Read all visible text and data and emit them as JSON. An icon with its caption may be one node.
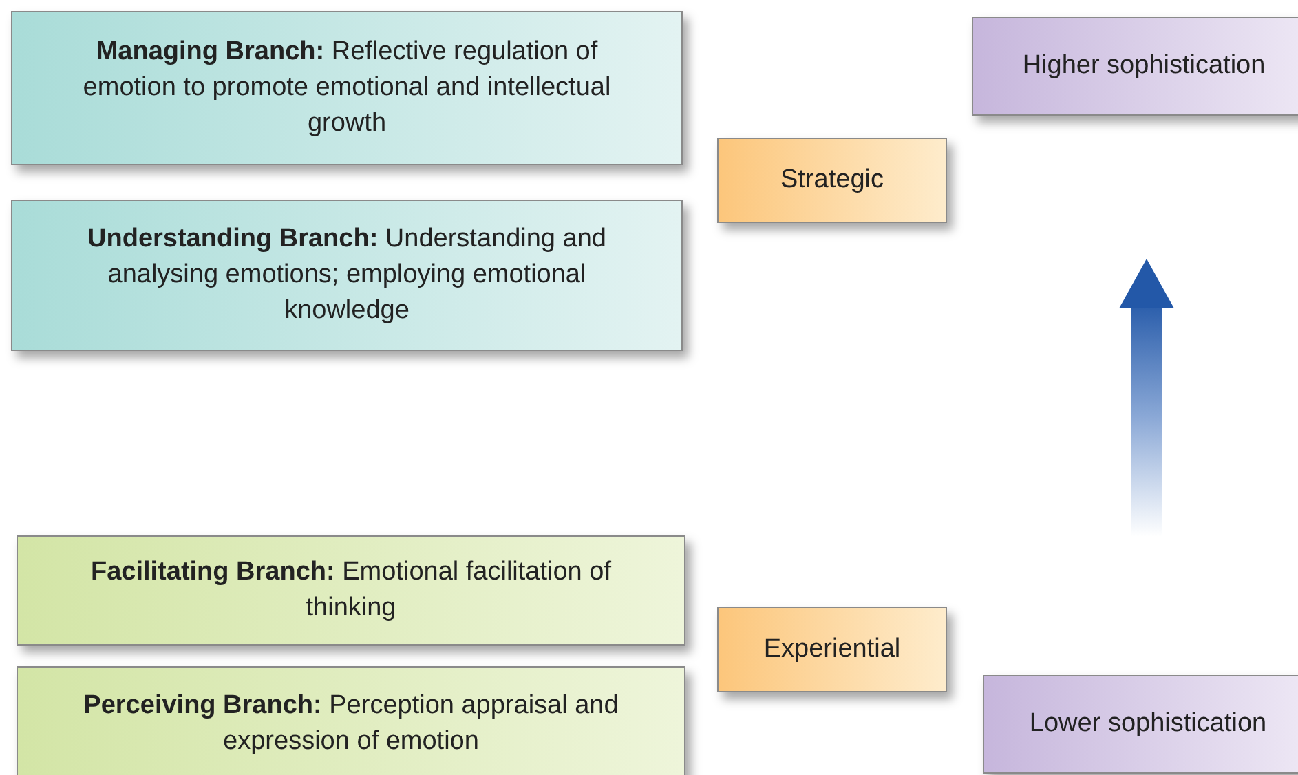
{
  "diagram": {
    "nodes": [
      {
        "text": [
          "**Managing Branch:** Reflective regulation of emotion to promote emotional and intellectual growth"
        ]
      },
      {
        "text": [
          "**Understanding Branch:** Understanding and analysing emotions; employing emotional knowledge"
        ]
      },
      {
        "text": [
          "Strategic"
        ]
      },
      {
        "text": [
          "**Facilitating Branch:** Emotional facilitation of thinking"
        ]
      },
      {
        "text": [
          "**Perceiving Branch:** Perception appraisal and expression of emotion"
        ]
      },
      {
        "text": [
          "Experiential"
        ]
      },
      {
        "text": [
          "Higher sophistication"
        ]
      },
      {
        "text": [
          "Lower sophistication"
        ]
      }
    ]
  }
}
